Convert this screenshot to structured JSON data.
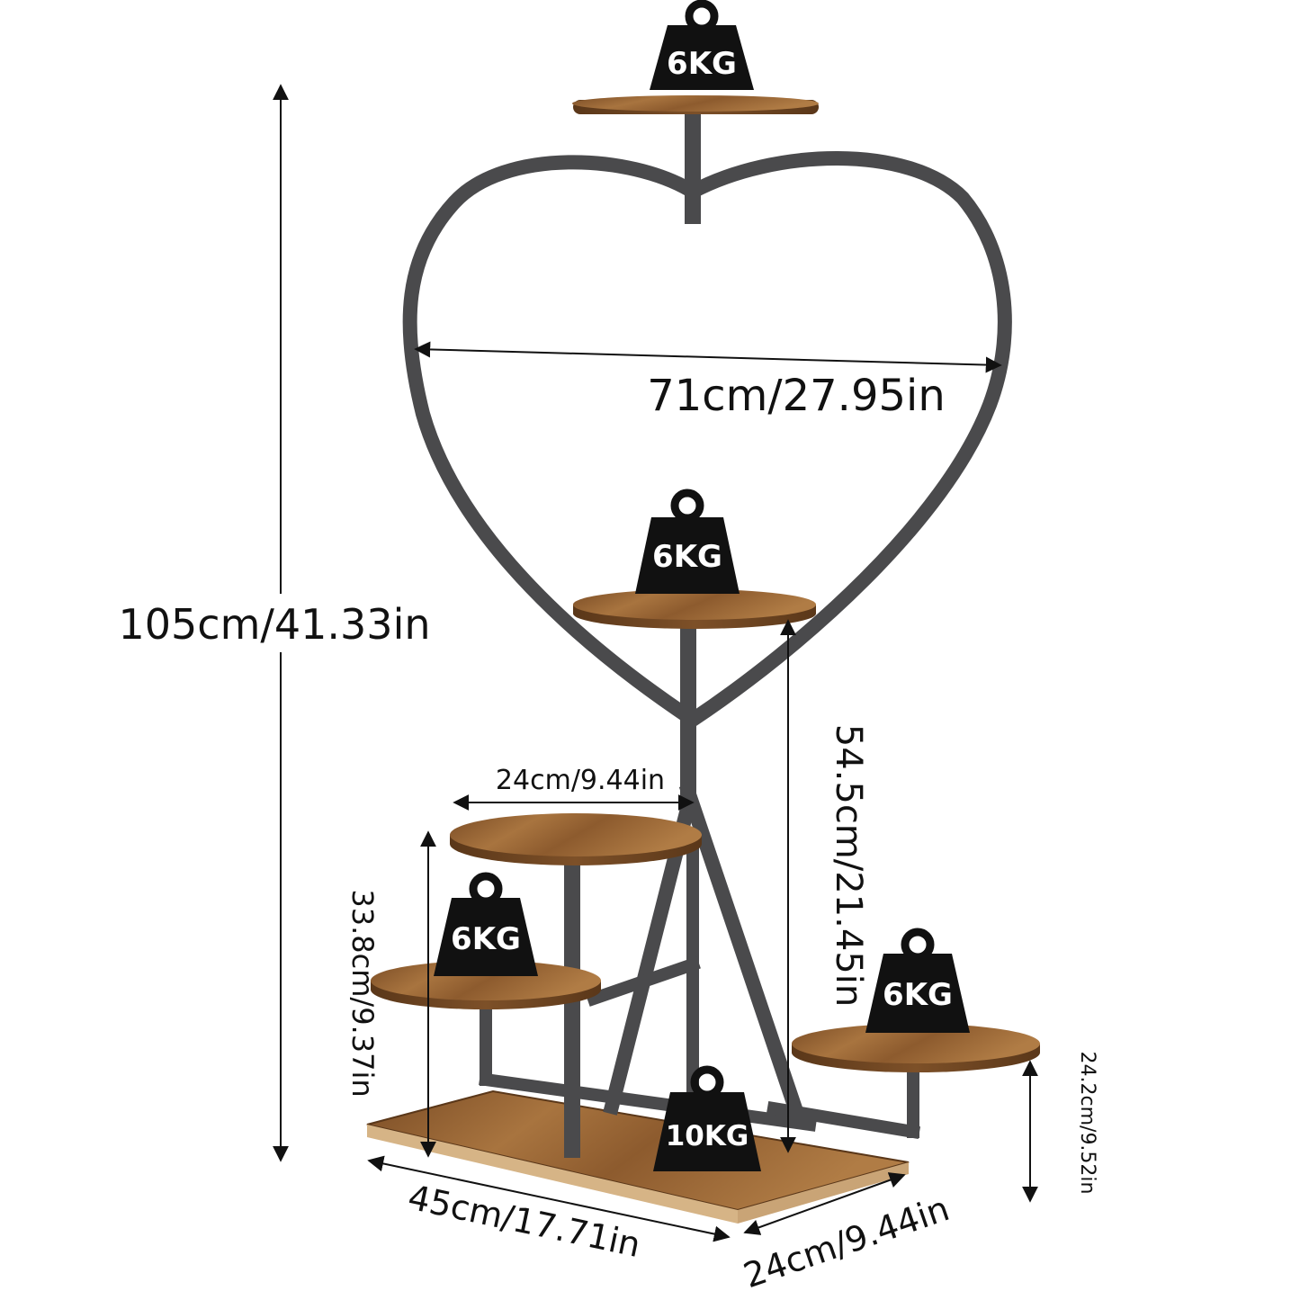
{
  "dimensions": {
    "total_height": "105cm/41.33in",
    "heart_width": "71cm/27.95in",
    "top_round_shelf": "24cm/9.44in",
    "middle_height": "54.5cm/21.45in",
    "left_height": "33.8cm/9.37in",
    "right_height": "24.2cm/9.52in",
    "base_length": "45cm/17.71in",
    "base_depth": "24cm/9.44in"
  },
  "weights": {
    "top_shelf": "6KG",
    "center_shelf": "6KG",
    "left_shelf": "6KG",
    "right_shelf": "6KG",
    "base": "10KG"
  },
  "colors": {
    "frame": "#4a4a4c",
    "wood_light": "#a3703e",
    "wood_dark": "#6e4522",
    "weight": "#111111",
    "text": "#111111"
  }
}
